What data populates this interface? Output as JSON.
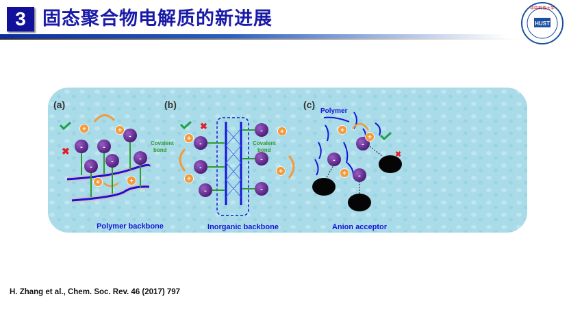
{
  "header": {
    "section_number": "3",
    "title": "固态聚合物电解质的新进展"
  },
  "logo": {
    "text": "华中科技大学",
    "abbr": "HUST"
  },
  "figure": {
    "panel_a": {
      "label": "(a)",
      "bond_label_1": "Covalent",
      "bond_label_2": "bond",
      "caption": "Polymer backbone"
    },
    "panel_b": {
      "label": "(b)",
      "bond_label_1": "Covalent",
      "bond_label_2": "bond",
      "caption": "Inorganic backbone"
    },
    "panel_c": {
      "label": "(c)",
      "polymer_label": "Polymer",
      "caption": "Anion acceptor"
    },
    "anion_sign": "-",
    "cation_sign": "+",
    "colors": {
      "background": "#a9dbe8",
      "anion": "#6a2c91",
      "cation": "#f39a3a",
      "backbone": "#1414d8",
      "bond": "#2e9a2e",
      "check": "#1fa04a",
      "cross": "#e0202a"
    }
  },
  "citation": "H. Zhang et al.,  Chem. Soc. Rev. 46 (2017) 797"
}
